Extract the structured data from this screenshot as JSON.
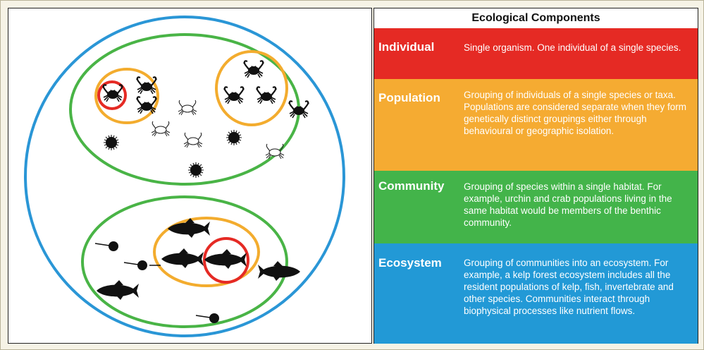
{
  "table": {
    "title": "Ecological Components",
    "rows": [
      {
        "term": "Individual",
        "description": "Single organism. One individual of a single species.",
        "color": "#e52a24"
      },
      {
        "term": "Population",
        "description": "Grouping of individuals of a single species or taxa. Populations are considered separate when they form genetically distinct groupings either through behavioural or geographic isolation.",
        "color": "#f5ab32"
      },
      {
        "term": "Community",
        "description": "Grouping of species within a single habitat. For example, urchin and crab populations living in the same habitat would be members of the benthic community.",
        "color": "#43b44a"
      },
      {
        "term": "Ecosystem",
        "description": "Grouping of communities into an ecosystem. For example, a kelp forest ecosystem includes all the resident populations of kelp, fish, invertebrate and other species. Communities interact through biophysical processes like nutrient flows.",
        "color": "#2299d6"
      }
    ]
  },
  "diagram": {
    "ring_colors": {
      "ecosystem": "#2a96d6",
      "community": "#49b446",
      "population": "#f3ac2e",
      "individual": "#e52a24"
    },
    "icons": {
      "crab_dark": "crab-icon",
      "crab_outline": "crab-outline-icon",
      "urchin": "sea-urchin-icon",
      "fish": "fish-icon",
      "jellyfish": "medusa-icon"
    }
  }
}
